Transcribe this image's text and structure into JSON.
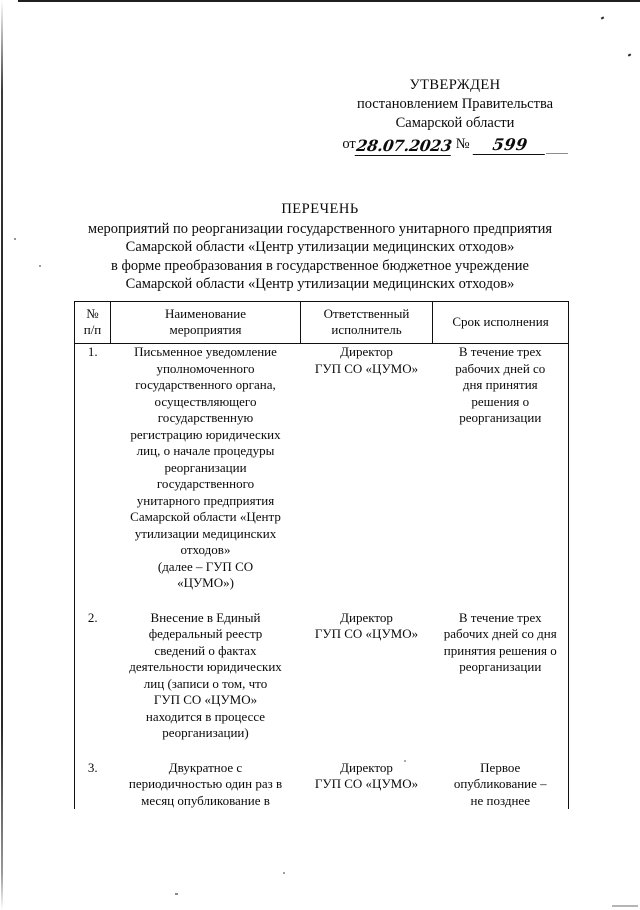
{
  "document": {
    "approval": {
      "line1": "УТВЕРЖДЕН",
      "line2": "постановлением Правительства",
      "line3": "Самарской области",
      "date_label": "от",
      "date_value": "28.07.2023",
      "number_symbol": "№",
      "number_value": "599"
    },
    "title": {
      "heading": "ПЕРЕЧЕНЬ",
      "line1": "мероприятий по реорганизации государственного унитарного предприятия",
      "line2": "Самарской области «Центр утилизации медицинских отходов»",
      "line3": "в форме преобразования в государственное бюджетное учреждение",
      "line4": "Самарской области «Центр утилизации медицинских отходов»"
    },
    "table": {
      "headers": {
        "num": "№\nп/п",
        "name": "Наименование\nмероприятия",
        "responsible": "Ответственный\nисполнитель",
        "term": "Срок исполнения"
      },
      "rows": [
        {
          "num": "1.",
          "name": "Письменное уведомление\nуполномоченного\nгосударственного органа,\nосуществляющего\nгосударственную\nрегистрацию юридических\nлиц, о начале процедуры\nреорганизации\nгосударственного\nунитарного предприятия\nСамарской области «Центр\nутилизации медицинских\nотходов»\n(далее – ГУП СО\n«ЦУМО»)",
          "responsible": "Директор\nГУП СО «ЦУМО»",
          "term": "В течение трех\nрабочих дней со\nдня принятия\nрешения о\nреорганизации"
        },
        {
          "num": "2.",
          "name": "Внесение в Единый\nфедеральный реестр\nсведений о фактах\nдеятельности юридических\nлиц (записи о том, что\nГУП СО «ЦУМО»\nнаходится в процессе\nреорганизации)",
          "responsible": "Директор\nГУП СО «ЦУМО»",
          "term": "В течение трех\nрабочих дней со дня\nпринятия решения о\nреорганизации"
        },
        {
          "num": "3.",
          "name": "Двукратное с\nпериодичностью один раз в\nмесяц опубликование в",
          "responsible": "Директор\nГУП СО «ЦУМО»",
          "term": "Первое\nопубликование –\nне позднее"
        }
      ]
    }
  }
}
